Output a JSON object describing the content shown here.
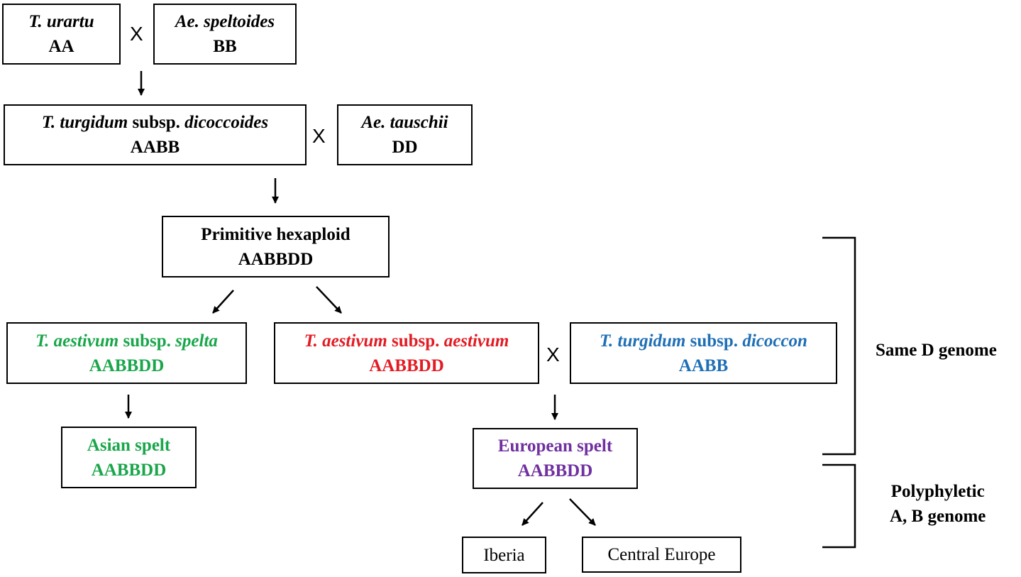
{
  "nodes": {
    "urartu": {
      "name": "T. urartu",
      "genome": "AA"
    },
    "speltoides": {
      "name": "Ae. speltoides",
      "genome": "BB"
    },
    "dicoccoides": {
      "name_genus": "T. turgidum",
      "name_subsp": " subsp. ",
      "name_epithet": "dicoccoides",
      "genome": "AABB"
    },
    "tauschii": {
      "name": "Ae. tauschii",
      "genome": "DD"
    },
    "primitive": {
      "name": "Primitive hexaploid",
      "genome": "AABBDD"
    },
    "spelta": {
      "name_genus": "T. aestivum",
      "name_subsp": " subsp. ",
      "name_epithet": "spelta",
      "genome": "AABBDD"
    },
    "aestivum": {
      "name_genus": "T. aestivum",
      "name_subsp": " subsp. ",
      "name_epithet": "aestivum",
      "genome": "AABBDD"
    },
    "dicoccon": {
      "name_genus": "T. turgidum",
      "name_subsp": " subsp. ",
      "name_epithet": "dicoccon",
      "genome": "AABB"
    },
    "asian_spelt": {
      "name": "Asian spelt",
      "genome": "AABBDD"
    },
    "european_spelt": {
      "name": "European spelt",
      "genome": "AABBDD"
    },
    "iberia": {
      "name": "Iberia"
    },
    "central_europe": {
      "name": "Central Europe"
    }
  },
  "cross_symbol": "X",
  "brackets": {
    "same_d": {
      "label": "Same D genome"
    },
    "polyphyletic": {
      "label_line1": "Polyphyletic",
      "label_line2": "A, B genome"
    }
  },
  "colors": {
    "black": "#000000",
    "spelta": "#1aa64a",
    "aestivum": "#e31b23",
    "dicoccon": "#1f6fb5",
    "european": "#7030a0"
  }
}
